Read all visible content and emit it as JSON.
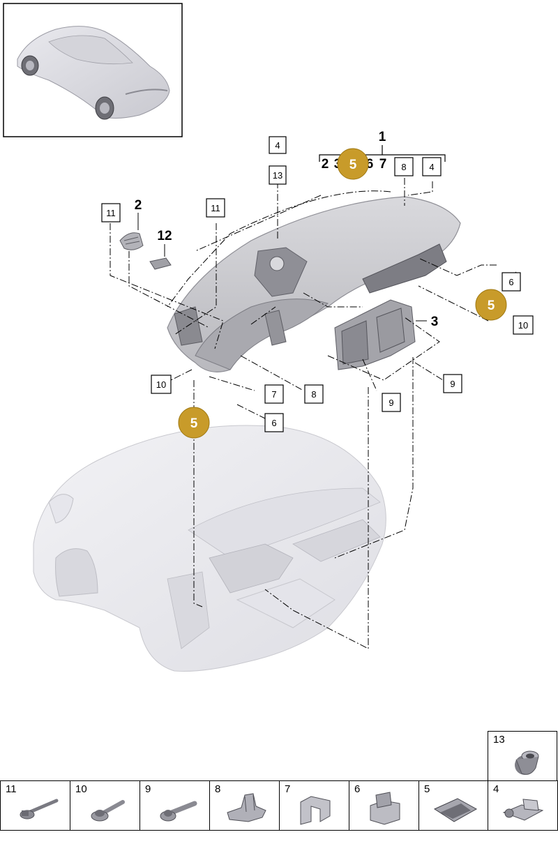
{
  "diagram": {
    "group_label": "1",
    "group_sub_labels": [
      "2",
      "3",
      "6",
      "7"
    ],
    "part_labels": {
      "air_vent": "2",
      "bracket": "3",
      "clip_part": "12"
    },
    "callouts": {
      "top_4": "4",
      "top_13": "13",
      "right_8": "8",
      "right_4": "4",
      "left_11": "11",
      "mid_11": "11",
      "right_6": "6",
      "right_10": "10",
      "right_9": "9",
      "mid_9": "9",
      "bot_8": "8",
      "bot_7": "7",
      "bot_6": "6",
      "left_10": "10"
    },
    "badges": {
      "top": "5",
      "right": "5",
      "left": "5"
    },
    "badge_color": "#c89b2a"
  },
  "legend": {
    "items": [
      {
        "number": "11",
        "icon": "long-bolt-icon"
      },
      {
        "number": "10",
        "icon": "flange-screw-icon"
      },
      {
        "number": "9",
        "icon": "shoulder-bolt-icon"
      },
      {
        "number": "8",
        "icon": "spring-clip-icon"
      },
      {
        "number": "7",
        "icon": "u-clip-icon"
      },
      {
        "number": "6",
        "icon": "box-clip-icon"
      },
      {
        "number": "5",
        "icon": "speed-nut-icon"
      },
      {
        "number": "4",
        "icon": "cage-nut-icon"
      }
    ],
    "extra_item": {
      "number": "13",
      "icon": "spacer-sleeve-icon"
    }
  }
}
